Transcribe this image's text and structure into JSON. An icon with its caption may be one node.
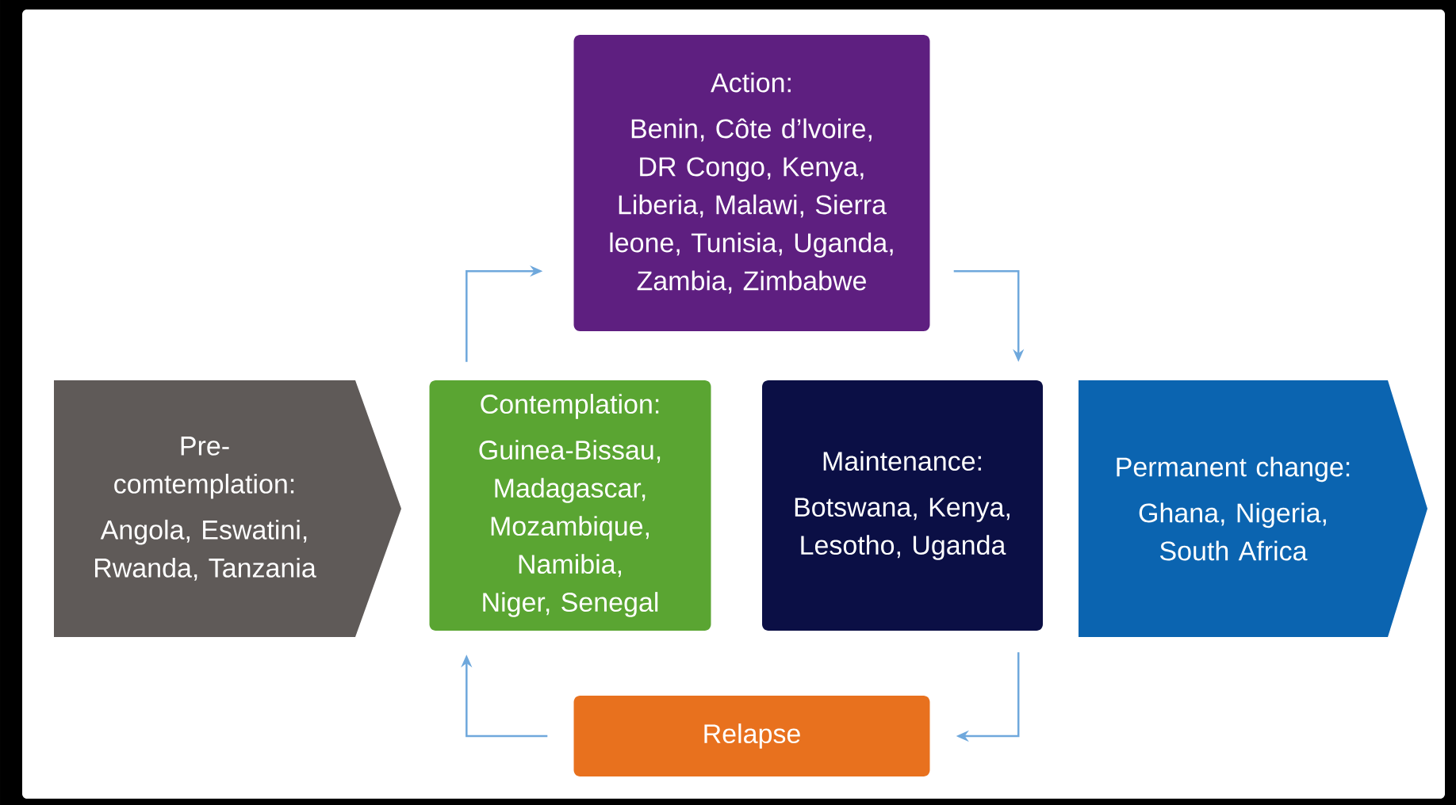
{
  "diagram": {
    "nodes": [
      {
        "text": [
          "Pre-comtemplation:",
          "Angola, Eswatini, Rwanda, Tanzania"
        ]
      },
      {
        "text": [
          "Contemplation:",
          "Guinea-Bissau, Madagascar, Mozambique, Namibia, Niger, Senegal"
        ]
      },
      {
        "text": [
          "Action:",
          "Benin, Côte d’lvoire, DR Congo, Kenya, Liberia, Malawi, Sierra leone, Tunisia, Uganda, Zambia, Zimbabwe"
        ]
      },
      {
        "text": [
          "Maintenance:",
          "Botswana, Kenya, Lesotho, Uganda"
        ]
      },
      {
        "text": [
          "Permanent change:",
          "Ghana, Nigeria, South Africa"
        ]
      },
      {
        "text": [
          "Relapse"
        ]
      }
    ],
    "edges": [
      {
        "from": 1,
        "to": 2,
        "arrow": "to"
      },
      {
        "from": 2,
        "to": 3,
        "arrow": "to"
      },
      {
        "from": 3,
        "to": 5,
        "arrow": "to"
      },
      {
        "from": 5,
        "to": 1,
        "arrow": "to"
      }
    ]
  }
}
